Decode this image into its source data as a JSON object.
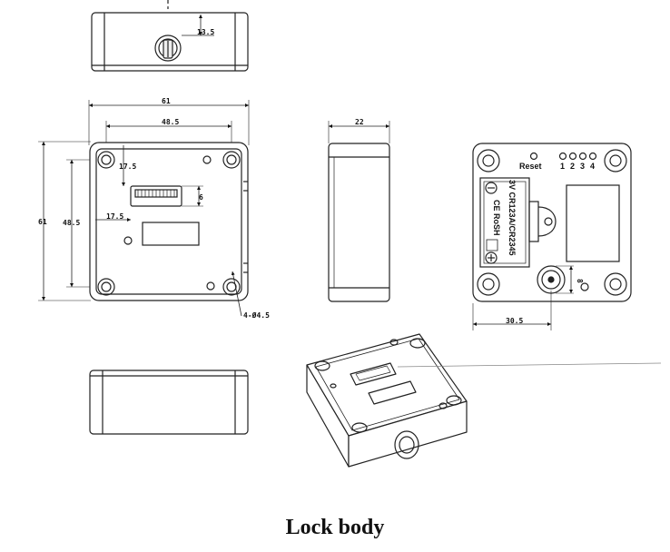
{
  "caption": "Lock body",
  "dimensions": {
    "top_keyhole": "13.5",
    "width_total": "61",
    "inner_spacing": "48.5",
    "offset_y": "17.5",
    "offset_x": "17.5",
    "height_total": "61",
    "height_inner": "48.5",
    "connector_height": "6",
    "hole_spec": "4-Ø4.5",
    "side_thickness": "22",
    "back_offset": "30.5",
    "back_small": "8"
  },
  "back_labels": {
    "reset": "Reset",
    "led_numbers": [
      "1",
      "2",
      "3",
      "4"
    ],
    "battery_text": "3V CR123A/CR2345",
    "cert_text": "CE RoSH",
    "minus": "⊖",
    "plus": "⊕"
  }
}
